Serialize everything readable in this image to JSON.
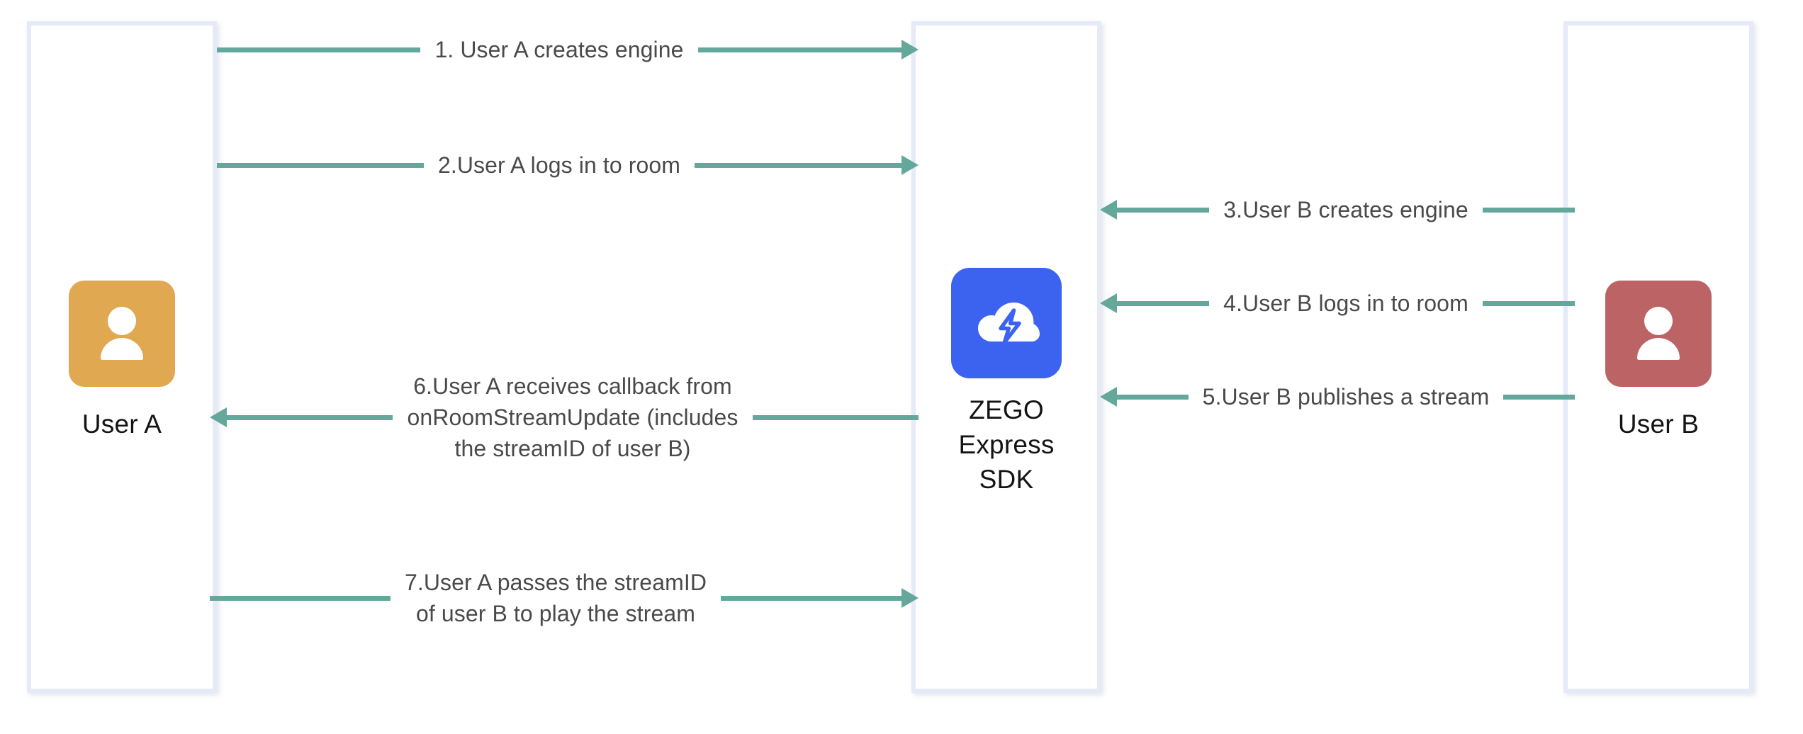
{
  "diagram": {
    "title": "ZEGO Express SDK stream publish and play sequence",
    "colors": {
      "arrow": "#64a79b",
      "lane_border": "#e5eaf8",
      "avatar_user_a": "#e0a850",
      "avatar_user_b": "#bc6366",
      "logo_tile": "#3c63f0",
      "text": "#4a4a4a",
      "background": "#ffffff"
    }
  },
  "nodes": [
    {
      "id": "user-a",
      "label": "User A",
      "icon": "person-avatar-icon",
      "color": "#e0a850"
    },
    {
      "id": "zego-sdk",
      "label": "ZEGO\nExpress\nSDK",
      "icon": "zego-cloud-lightning-logo",
      "color": "#3c63f0"
    },
    {
      "id": "user-b",
      "label": "User B",
      "icon": "person-avatar-icon",
      "color": "#bc6366"
    }
  ],
  "messages": [
    {
      "step": 1,
      "text": "1. User A creates engine",
      "from": "user-a",
      "to": "zego-sdk",
      "direction": "right"
    },
    {
      "step": 2,
      "text": "2.User A logs in to room",
      "from": "user-a",
      "to": "zego-sdk",
      "direction": "right"
    },
    {
      "step": 3,
      "text": "3.User B creates engine",
      "from": "user-b",
      "to": "zego-sdk",
      "direction": "left"
    },
    {
      "step": 4,
      "text": "4.User B logs in to room",
      "from": "user-b",
      "to": "zego-sdk",
      "direction": "left"
    },
    {
      "step": 5,
      "text": "5.User B publishes a stream",
      "from": "user-b",
      "to": "zego-sdk",
      "direction": "left"
    },
    {
      "step": 6,
      "text": "6.User A receives callback from\nonRoomStreamUpdate (includes\nthe streamID of user B)",
      "from": "zego-sdk",
      "to": "user-a",
      "direction": "left"
    },
    {
      "step": 7,
      "text": "7.User A passes the streamID\nof user B to play the stream",
      "from": "user-a",
      "to": "zego-sdk",
      "direction": "right"
    }
  ]
}
